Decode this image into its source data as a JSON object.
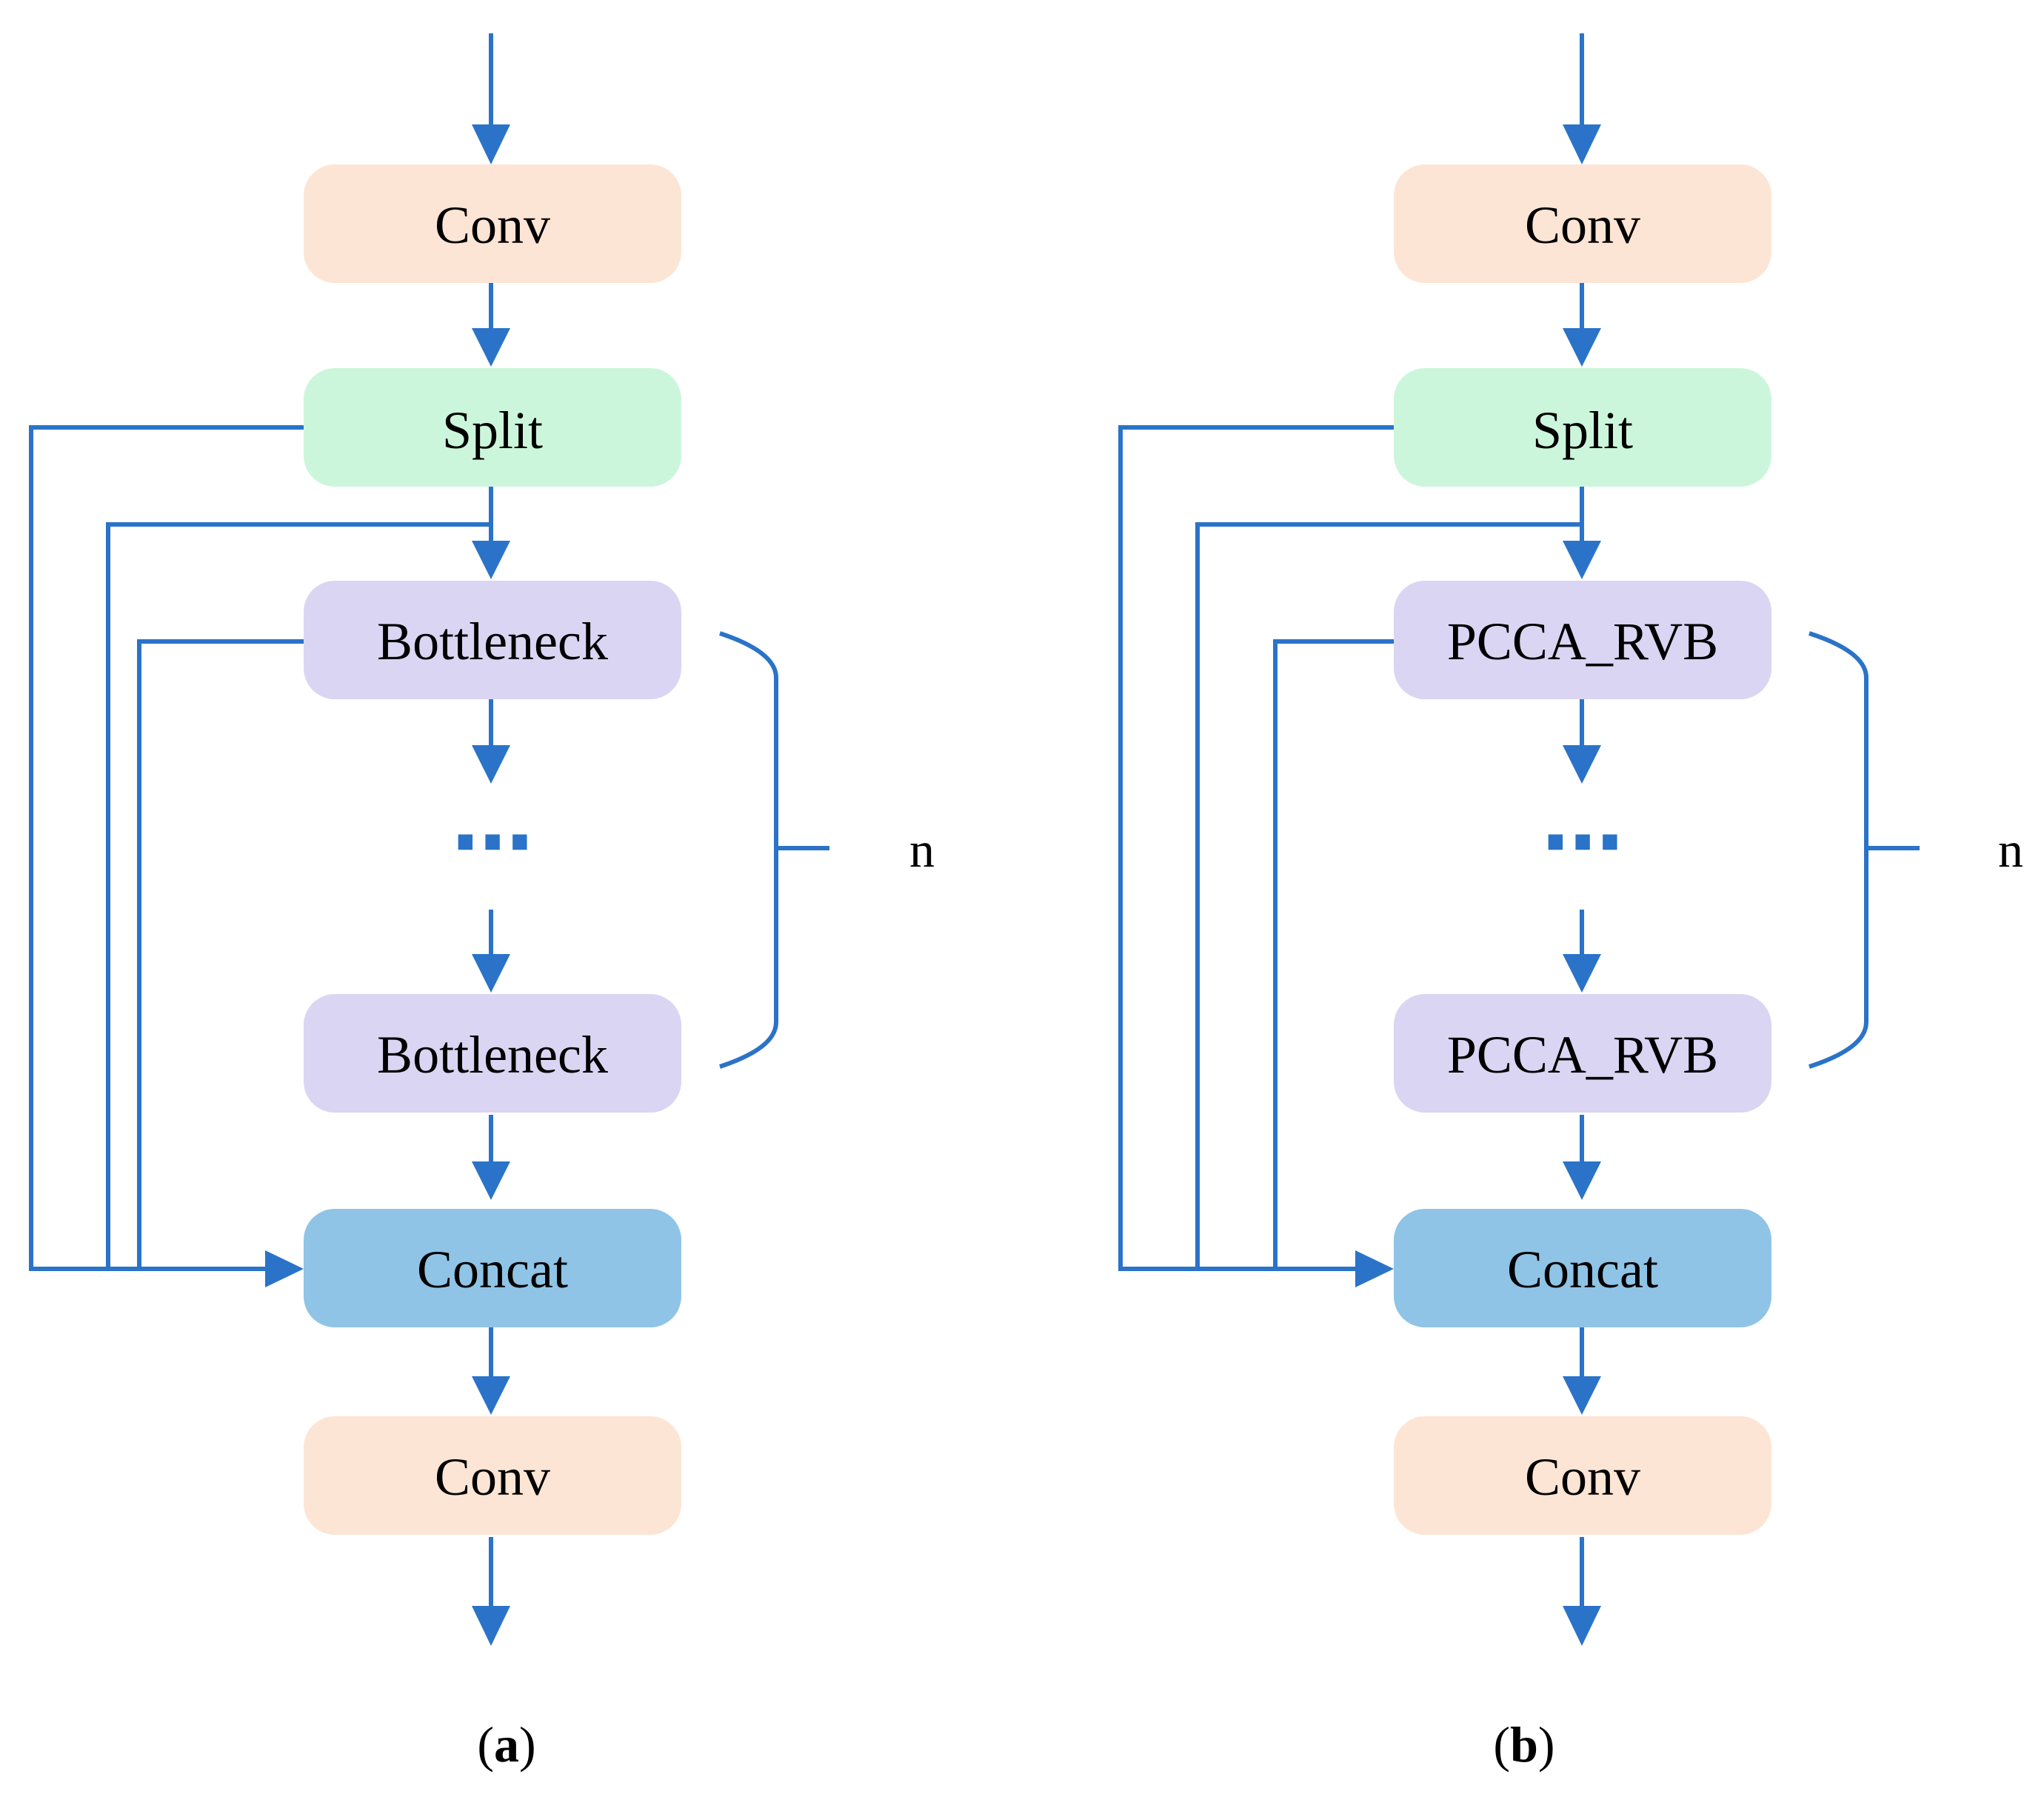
{
  "colors": {
    "line": "#2a73c9",
    "conv": "#fde5d5",
    "split": "#ccf6dc",
    "block": "#dad5f2",
    "concat": "#8fc4e6"
  },
  "panel_a": {
    "conv_top": "Conv",
    "split": "Split",
    "block_1": "Bottleneck",
    "ellipsis": "⋯",
    "block_2": "Bottleneck",
    "concat": "Concat",
    "conv_bottom": "Conv",
    "repeat_label": "n",
    "caption_open": "(",
    "caption_letter": "a",
    "caption_close": ")"
  },
  "panel_b": {
    "conv_top": "Conv",
    "split": "Split",
    "block_1": "PCCA_RVB",
    "ellipsis": "⋯",
    "block_2": "PCCA_RVB",
    "concat": "Concat",
    "conv_bottom": "Conv",
    "repeat_label": "n",
    "caption_open": "(",
    "caption_letter": "b",
    "caption_close": ")"
  }
}
